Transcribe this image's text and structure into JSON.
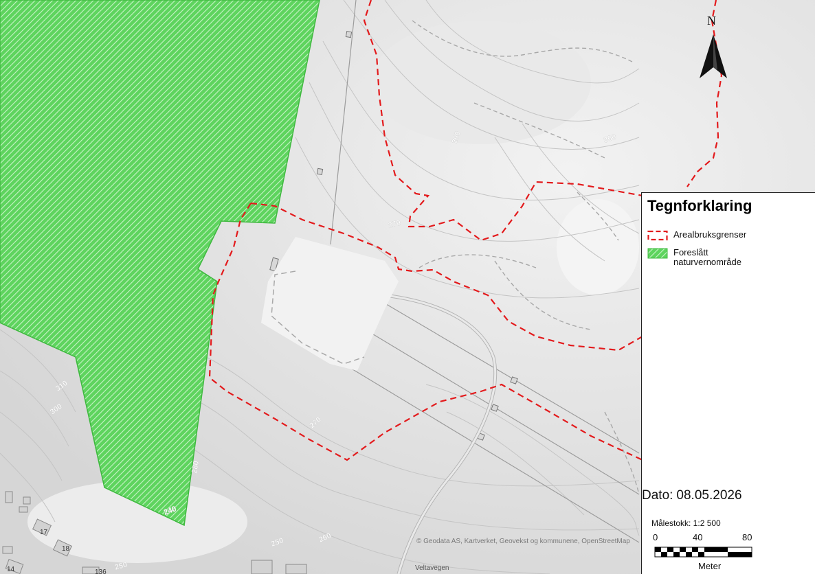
{
  "map": {
    "contour_labels": [
      "200",
      "300",
      "270",
      "310",
      "300",
      "270",
      "280",
      "240",
      "250",
      "260",
      "250"
    ],
    "house_numbers": [
      "17",
      "18",
      "14",
      "136"
    ],
    "attribution": "© Geodata AS, Kartverket, Geovekst og kommunene, OpenStreetMap",
    "road_label": "Veltavegen"
  },
  "north_arrow": {
    "letter": "N",
    "icon": "north-arrow-icon"
  },
  "legend": {
    "title": "Tegnforklaring",
    "items": [
      {
        "label": "Arealbruksgrenser",
        "symbol": "dashed-red-boundary",
        "color": "#e31a1c"
      },
      {
        "label": "Foreslått naturvernområde",
        "symbol": "green-hatch-fill",
        "color": "#33cc33"
      }
    ],
    "date_label": "Dato:",
    "date_value": "08.05.2026",
    "scale_label": "Målestokk: 1:2 500",
    "scale_ticks": [
      "0",
      "40",
      "80"
    ],
    "scale_unit": "Meter"
  },
  "colors": {
    "boundary": "#e31a1c",
    "reserve": "#4fd14f",
    "background": "#e6e6e6"
  }
}
